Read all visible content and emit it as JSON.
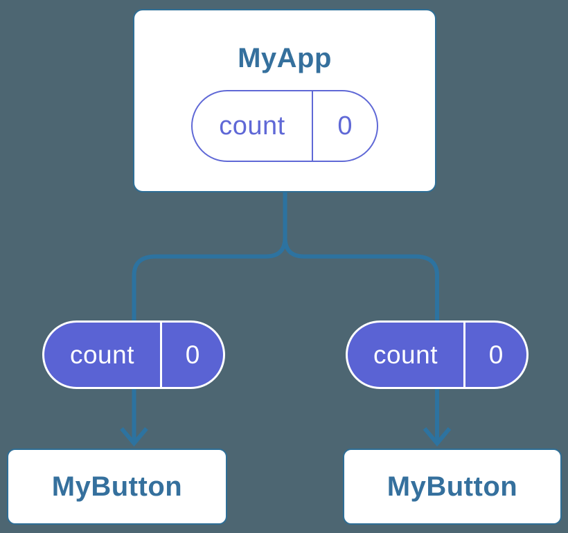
{
  "diagram": {
    "root": {
      "title": "MyApp",
      "state": {
        "name": "count",
        "value": "0"
      }
    },
    "children": [
      {
        "title": "MyButton",
        "state": {
          "name": "count",
          "value": "0"
        }
      },
      {
        "title": "MyButton",
        "state": {
          "name": "count",
          "value": "0"
        }
      }
    ]
  },
  "colors": {
    "background": "#4D6672",
    "connector": "#2D73A0",
    "box_border": "#2E6E96",
    "box_text": "#35709D",
    "pill_fill": "#5A63D4",
    "pill_outline": "#5F68D6",
    "pill_text_on_solid": "#FFFFFF"
  }
}
